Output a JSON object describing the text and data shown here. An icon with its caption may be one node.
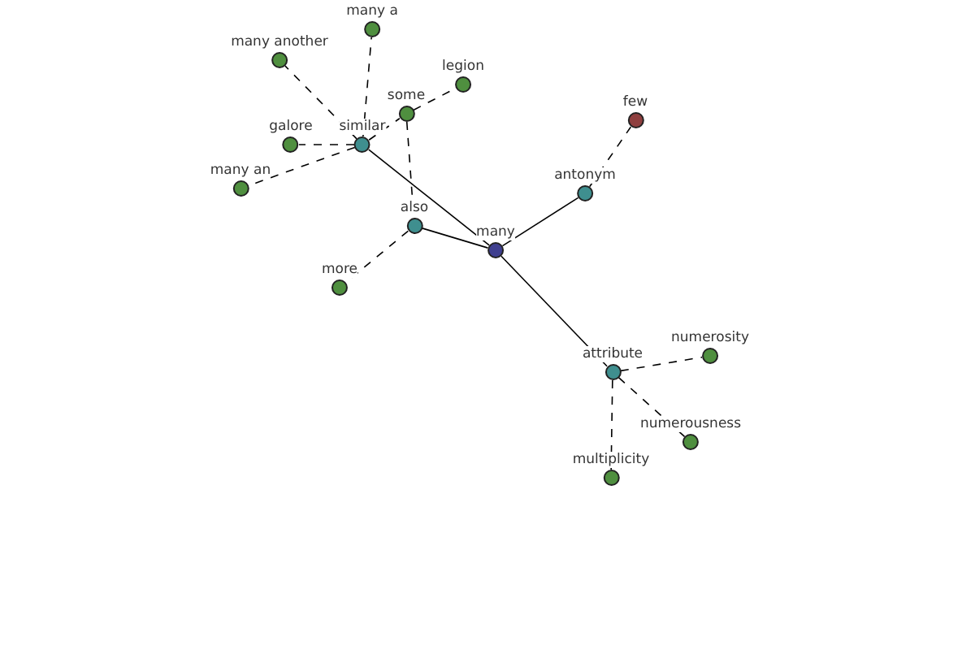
{
  "diagram": {
    "nodes": [
      {
        "text": [
          "many"
        ]
      },
      {
        "text": [
          "similar"
        ]
      },
      {
        "text": [
          "also"
        ]
      },
      {
        "text": [
          "antonym"
        ]
      },
      {
        "text": [
          "attribute"
        ]
      },
      {
        "text": [
          "few"
        ]
      },
      {
        "text": [
          "many a"
        ]
      },
      {
        "text": [
          "many another"
        ]
      },
      {
        "text": [
          "legion"
        ]
      },
      {
        "text": [
          "some"
        ]
      },
      {
        "text": [
          "galore"
        ]
      },
      {
        "text": [
          "many an"
        ]
      },
      {
        "text": [
          "more"
        ]
      },
      {
        "text": [
          "numerosity"
        ]
      },
      {
        "text": [
          "numerousness"
        ]
      },
      {
        "text": [
          "multiplicity"
        ]
      }
    ],
    "edges": [
      {
        "from": 0,
        "to": 1,
        "arrow": "none"
      },
      {
        "from": 0,
        "to": 2,
        "arrow": "none"
      },
      {
        "from": 0,
        "to": 3,
        "arrow": "none"
      },
      {
        "from": 0,
        "to": 4,
        "arrow": "none"
      },
      {
        "from": 3,
        "to": 5,
        "arrow": "none",
        "style": "dashed"
      },
      {
        "from": 1,
        "to": 6,
        "arrow": "none",
        "style": "dashed"
      },
      {
        "from": 1,
        "to": 7,
        "arrow": "none",
        "style": "dashed"
      },
      {
        "from": 1,
        "to": 9,
        "arrow": "none",
        "style": "dashed"
      },
      {
        "from": 1,
        "to": 10,
        "arrow": "none",
        "style": "dashed"
      },
      {
        "from": 1,
        "to": 11,
        "arrow": "none",
        "style": "dashed"
      },
      {
        "from": 9,
        "to": 8,
        "arrow": "none",
        "style": "dashed"
      },
      {
        "from": 9,
        "to": 2,
        "arrow": "none",
        "style": "dashed"
      },
      {
        "from": 2,
        "to": 12,
        "arrow": "none",
        "style": "dashed"
      },
      {
        "from": 4,
        "to": 13,
        "arrow": "none",
        "style": "dashed"
      },
      {
        "from": 4,
        "to": 14,
        "arrow": "none",
        "style": "dashed"
      },
      {
        "from": 4,
        "to": 15,
        "arrow": "none",
        "style": "dashed"
      }
    ]
  }
}
